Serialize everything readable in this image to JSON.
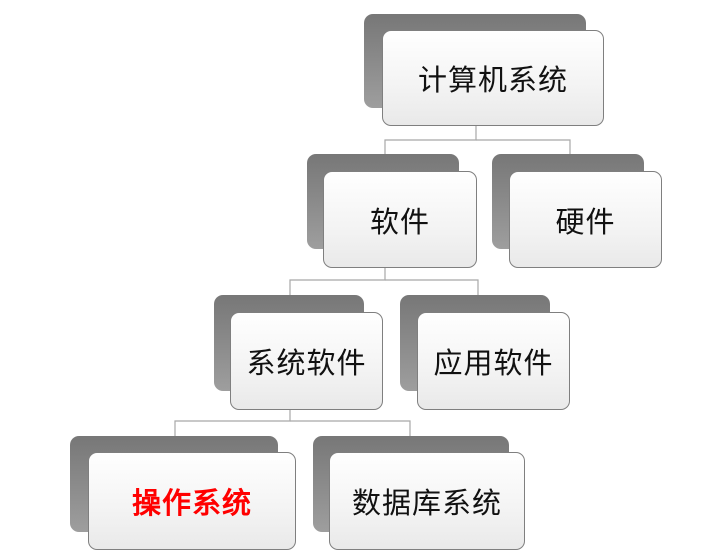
{
  "diagram": {
    "nodes": {
      "computer_system": "计算机系统",
      "software": "软件",
      "hardware": "硬件",
      "system_software": "系统软件",
      "application_software": "应用软件",
      "operating_system": "操作系统",
      "database_system": "数据库系统"
    },
    "highlight_color": "#ff0000",
    "edges": [
      [
        "computer_system",
        "software"
      ],
      [
        "computer_system",
        "hardware"
      ],
      [
        "software",
        "system_software"
      ],
      [
        "software",
        "application_software"
      ],
      [
        "system_software",
        "operating_system"
      ],
      [
        "system_software",
        "database_system"
      ]
    ]
  }
}
